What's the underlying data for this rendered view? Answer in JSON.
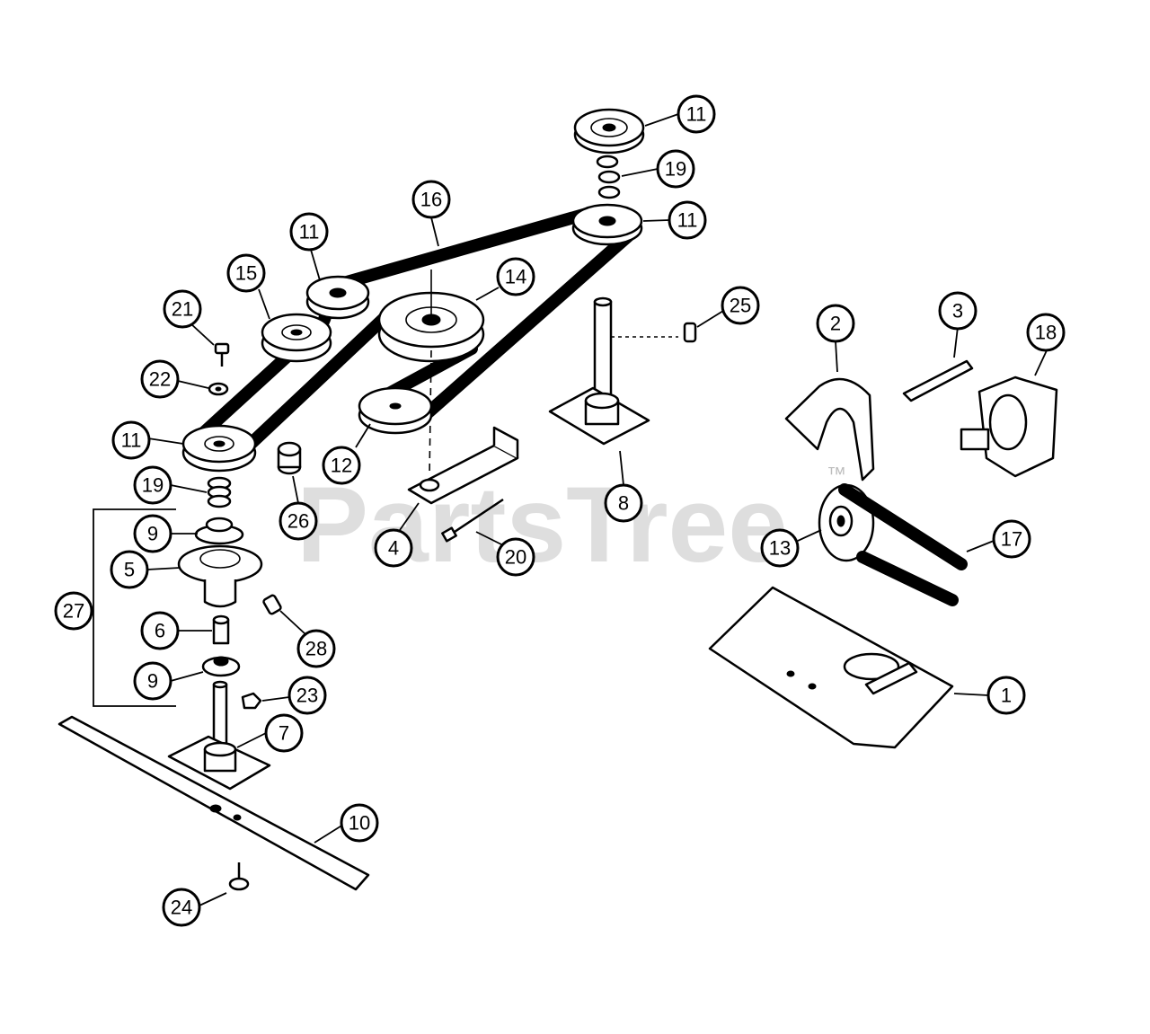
{
  "watermark": {
    "text": "PartsTree",
    "mark": "™"
  },
  "callouts": [
    {
      "id": "c11a",
      "label": "11"
    },
    {
      "id": "c19a",
      "label": "19"
    },
    {
      "id": "c11b",
      "label": "11"
    },
    {
      "id": "c16",
      "label": "16"
    },
    {
      "id": "c11c",
      "label": "11"
    },
    {
      "id": "c14",
      "label": "14"
    },
    {
      "id": "c15",
      "label": "15"
    },
    {
      "id": "c21",
      "label": "21"
    },
    {
      "id": "c25",
      "label": "25"
    },
    {
      "id": "c2",
      "label": "2"
    },
    {
      "id": "c3",
      "label": "3"
    },
    {
      "id": "c18",
      "label": "18"
    },
    {
      "id": "c22",
      "label": "22"
    },
    {
      "id": "c11d",
      "label": "11"
    },
    {
      "id": "c12",
      "label": "12"
    },
    {
      "id": "c8",
      "label": "8"
    },
    {
      "id": "c19b",
      "label": "19"
    },
    {
      "id": "c26",
      "label": "26"
    },
    {
      "id": "c9a",
      "label": "9"
    },
    {
      "id": "c4",
      "label": "4"
    },
    {
      "id": "c20",
      "label": "20"
    },
    {
      "id": "c13",
      "label": "13"
    },
    {
      "id": "c17",
      "label": "17"
    },
    {
      "id": "c5",
      "label": "5"
    },
    {
      "id": "c27",
      "label": "27"
    },
    {
      "id": "c6",
      "label": "6"
    },
    {
      "id": "c28",
      "label": "28"
    },
    {
      "id": "c9b",
      "label": "9"
    },
    {
      "id": "c23",
      "label": "23"
    },
    {
      "id": "c1",
      "label": "1"
    },
    {
      "id": "c7",
      "label": "7"
    },
    {
      "id": "c10",
      "label": "10"
    },
    {
      "id": "c24",
      "label": "24"
    }
  ]
}
